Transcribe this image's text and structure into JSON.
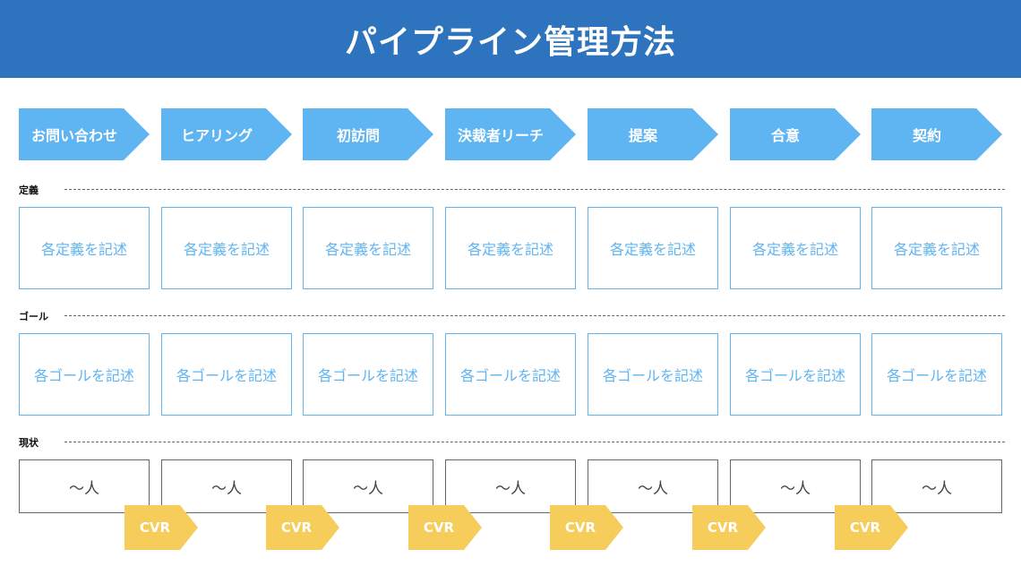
{
  "header": {
    "title": "パイプライン管理方法"
  },
  "stages": [
    "お問い合わせ",
    "ヒアリング",
    "初訪問",
    "決裁者リーチ",
    "提案",
    "合意",
    "契約"
  ],
  "sections": {
    "definition": {
      "label": "定義",
      "cells": [
        "各定義を記述",
        "各定義を記述",
        "各定義を記述",
        "各定義を記述",
        "各定義を記述",
        "各定義を記述",
        "各定義を記述"
      ]
    },
    "goal": {
      "label": "ゴール",
      "cells": [
        "各ゴールを記述",
        "各ゴールを記述",
        "各ゴールを記述",
        "各ゴールを記述",
        "各ゴールを記述",
        "各ゴールを記述",
        "各ゴールを記述"
      ]
    },
    "current": {
      "label": "現状",
      "cells": [
        "〜人",
        "〜人",
        "〜人",
        "〜人",
        "〜人",
        "〜人",
        "〜人"
      ]
    }
  },
  "cvr": [
    "CVR",
    "CVR",
    "CVR",
    "CVR",
    "CVR",
    "CVR"
  ],
  "colors": {
    "header": "#2e73bd",
    "stage": "#5fb4f2",
    "box_border": "#5fb4f2",
    "cvr": "#f6cd5a"
  }
}
